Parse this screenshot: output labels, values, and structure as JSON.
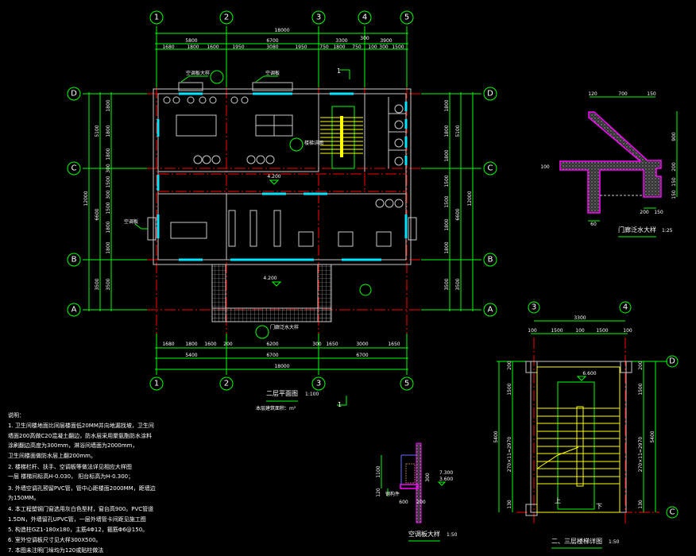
{
  "colors": {
    "background": "#000000",
    "dimension": "#00ff00",
    "axis": "#ff0000",
    "wall": "#c8c8c8",
    "window": "#00e5ff",
    "stair": "#ffff00",
    "section": "#ff00ff"
  },
  "grid": {
    "cols": [
      "1",
      "2",
      "3",
      "4",
      "5"
    ],
    "rows": [
      "D",
      "C",
      "B",
      "A"
    ]
  },
  "top_dims": {
    "total": "18000",
    "second": [
      "5800",
      "6700",
      "3300",
      "3900",
      "300"
    ],
    "third": [
      "1680",
      "1800",
      "1600",
      "1950",
      "3080",
      "1950",
      "750",
      "1800",
      "750",
      "100",
      "300",
      "1500"
    ]
  },
  "bottom_dims": {
    "first": [
      "1680",
      "1800",
      "1600",
      "200",
      "6200",
      "300",
      "1650",
      "3000",
      "1650"
    ],
    "second": [
      "5400",
      "6700",
      "6700"
    ],
    "total": "18000"
  },
  "side_dims": {
    "total": "12000",
    "second": [
      "5100",
      "6600",
      "3500"
    ],
    "third": [
      "1800",
      "1800",
      "1800",
      "300",
      "1500",
      "300",
      "1500",
      "1800",
      "1800",
      "3500"
    ]
  },
  "plan": {
    "title": "二层平面图",
    "scale": "1:100",
    "subtitle": "本层建筑面积：m²",
    "section_mark": "1",
    "corridor_level": "4.200",
    "porch_level": "4.200",
    "callouts": [
      "空调板大样",
      "空调板",
      "门廊泛水大样",
      "空调板",
      "楼梯详图"
    ]
  },
  "canopy_detail": {
    "title": "门廊泛水大样",
    "scale": "1:25",
    "dims": [
      "120",
      "700",
      "150",
      "900",
      "200",
      "150",
      "150",
      "200",
      "150",
      "100",
      "60"
    ]
  },
  "stair_detail": {
    "title": "二、三层楼梯详图",
    "scale": "1:50",
    "grid": [
      "3",
      "4",
      "D",
      "C"
    ],
    "dims_top": [
      "3300",
      "100",
      "1500",
      "100",
      "1500",
      "100"
    ],
    "dims_side": [
      "5400",
      "200",
      "1500",
      "270×11=2970",
      "130"
    ],
    "level": "6.600",
    "up": "上",
    "down": "下"
  },
  "ac_detail": {
    "title": "空调板大样",
    "scale": "1:50",
    "dims": [
      "1100",
      "120",
      "600",
      "200",
      "300",
      "钢构件"
    ],
    "levels": [
      "7.300",
      "3.600"
    ]
  },
  "notes": {
    "heading": "说明：",
    "lines": [
      "1. 卫生间楼地面比同层楼面低20MM并向地漏找坡，卫生间",
      "   墙面200高做C20混凝土翻边，防水层采用聚氨酯防水涂料",
      "   涂刷翻边高度为300mm，淋浴间墙面为2000mm，",
      "   卫生间楼面做防水层上翻200mm。",
      "2. 楼梯栏杆、扶手、空调板等做法详见相应大样图",
      "   一层  楼梯间标高H-0.030，        阳台标高为H-0.300；",
      "3. 外墙空调孔预留PVC管，管中心距楼面2000MM，距墙边",
      "   为150MM。",
      "4. 本工程塑钢门窗选用灰白色型材，窗台高900。PVC管道",
      "   1.5DN，外墙留孔UPVC管，一层外墙管卡间距见施工图",
      "5. 构造柱GZ1-180x180，主筋4Φ12，箍筋Φ6@150。",
      "6. 室外空调板尺寸见大样300X500。",
      "7. 本图未注明门垛均为120或贴柱做法"
    ]
  }
}
